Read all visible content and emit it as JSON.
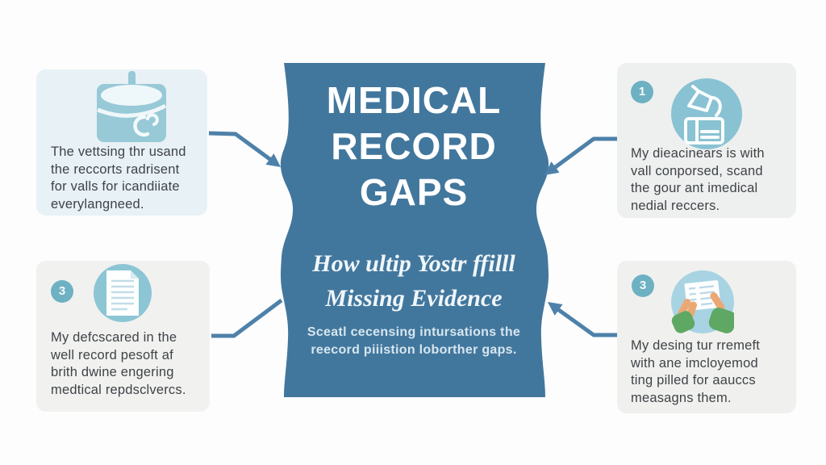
{
  "panel": {
    "title_line1": "MEDICAL",
    "title_line2": "RECORD",
    "title_line3": "GAPS",
    "subtitle_line1": "How ultip Yostr ffilll",
    "subtitle_line2": "Missing Evidence",
    "descr_line1": "Sceatl cecensing intursations the",
    "descr_line2": "reecord piiistion loborther gaps."
  },
  "boxes": {
    "top_left": {
      "icon": "medical-jar-icon",
      "lines": [
        "The vettsing thr usand",
        "the reccorts radrisent",
        "for valls for icandiiate",
        "everylangneed."
      ]
    },
    "top_right": {
      "badge": "1",
      "icon": "pouring-records-icon",
      "lines": [
        "My dieacinears is with",
        "vall conporsed, scand",
        "the gour ant imedical",
        "nedial reccers."
      ]
    },
    "bottom_left": {
      "badge": "3",
      "icon": "document-icon",
      "lines": [
        "My defcscared in the",
        "well record pesoft af",
        "brith dwine engering",
        "medtical repdsclvercs."
      ]
    },
    "bottom_right": {
      "badge": "3",
      "icon": "hands-checklist-icon",
      "lines": [
        "My desing tur rremeft",
        "with ane imcloyemod",
        "ting pilled for aauccs",
        "measagns them."
      ]
    }
  },
  "colors": {
    "panel_blue": "#42779d",
    "arrow_blue": "#4d81a9",
    "icon_teal": "#8fc6d5",
    "badge_teal": "#6db1c3",
    "body_text": "#3f4347"
  }
}
